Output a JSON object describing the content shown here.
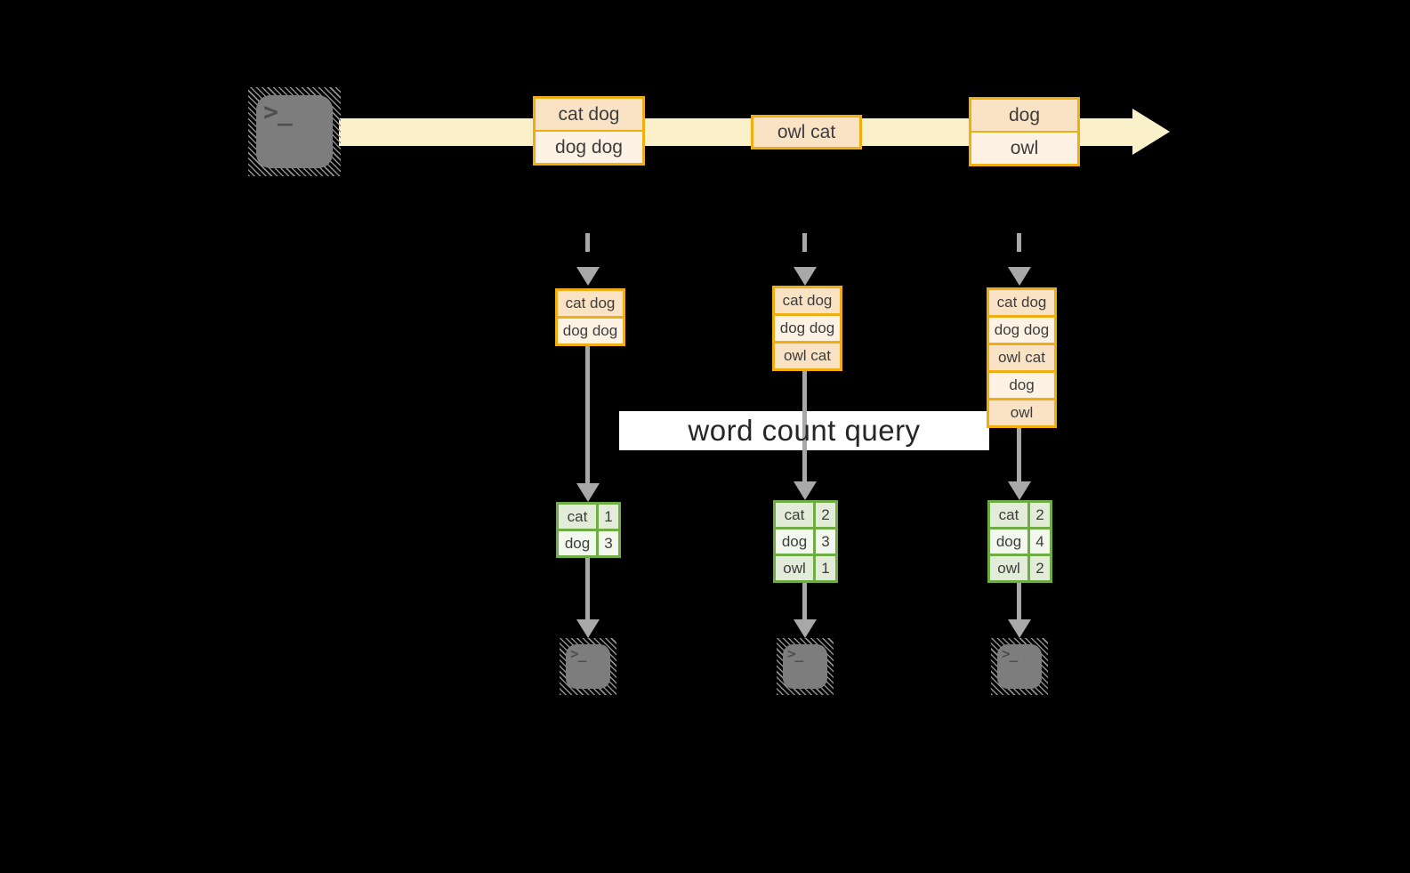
{
  "source_terminal": {
    "prompt": ">_"
  },
  "stream": {
    "batches": [
      {
        "cells": [
          "cat dog",
          "dog dog"
        ]
      },
      {
        "cells": [
          "owl cat"
        ]
      },
      {
        "cells": [
          "dog",
          "owl"
        ]
      }
    ]
  },
  "micro_batches": [
    {
      "cells": [
        "cat dog",
        "dog dog"
      ]
    },
    {
      "cells": [
        "cat dog",
        "dog dog",
        "owl cat"
      ]
    },
    {
      "cells": [
        "cat dog",
        "dog dog",
        "owl cat",
        "dog",
        "owl"
      ]
    }
  ],
  "query": {
    "label": "word count query"
  },
  "result_tables": [
    {
      "rows": [
        {
          "word": "cat",
          "count": "1"
        },
        {
          "word": "dog",
          "count": "3"
        }
      ]
    },
    {
      "rows": [
        {
          "word": "cat",
          "count": "2"
        },
        {
          "word": "dog",
          "count": "3"
        },
        {
          "word": "owl",
          "count": "1"
        }
      ]
    },
    {
      "rows": [
        {
          "word": "cat",
          "count": "2"
        },
        {
          "word": "dog",
          "count": "4"
        },
        {
          "word": "owl",
          "count": "2"
        }
      ]
    }
  ],
  "output_terminals": [
    {
      "prompt": ">_"
    },
    {
      "prompt": ">_"
    },
    {
      "prompt": ">_"
    }
  ],
  "colors": {
    "background": "#000000",
    "stream_band": "#FAF0CA",
    "box_border": "#F0AE13",
    "box_fill_dark": "#FAE3C5",
    "box_fill_light": "#FDF2E3",
    "table_border": "#6EAC44",
    "table_fill_dark": "#E2ECD8",
    "table_fill_light": "#F3F8EE",
    "arrow_gray": "#A8A8A8",
    "terminal_gray": "#7D7D7D",
    "banner_bg": "#FFFFFF",
    "text": "#3D3D3D"
  }
}
